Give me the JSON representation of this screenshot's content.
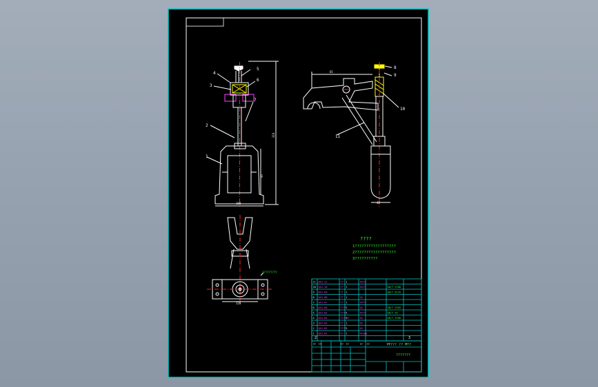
{
  "drawing": {
    "tech_note_title": "????",
    "tech_notes": [
      "1??????????????????",
      "2??????????????????",
      "3??????????"
    ],
    "balloons": [
      "1",
      "2",
      "3",
      "4",
      "5",
      "6",
      "7",
      "8",
      "9",
      "10",
      "11"
    ],
    "dims": {
      "front_height": "310",
      "front_body_height": "95",
      "front_base_width": "100",
      "side_top": "65",
      "side_bottom_width": "40",
      "plan_width": "120"
    },
    "plan_view_note": "?????????",
    "title_block": {
      "drawing_name": "???????",
      "scale_line": "????? ?? ???",
      "sheet_left": "2",
      "sheet_right": "3"
    },
    "bom_rows": [
      {
        "no": "11",
        "code": "QXJ-11",
        "name": "??",
        "qty": "1",
        "mat": "45??",
        "note": ""
      },
      {
        "no": "10",
        "code": "QXJ-10",
        "name": "??",
        "qty": "1",
        "mat": "A3??",
        "note": "GB/T 5780"
      },
      {
        "no": "9",
        "code": "QXJ-09",
        "name": "??",
        "qty": "1",
        "mat": "",
        "note": "GB/T 6170"
      },
      {
        "no": "8",
        "code": "QXJ-08",
        "name": "??",
        "qty": "1",
        "mat": "45",
        "note": ""
      },
      {
        "no": "7",
        "code": "QXJ-07",
        "name": "??",
        "qty": "1",
        "mat": "45??",
        "note": ""
      },
      {
        "no": "6",
        "code": "QXJ-06",
        "name": "????",
        "qty": "1",
        "mat": "A3",
        "note": "GB/T 5783"
      },
      {
        "no": "5",
        "code": "QXJ-05",
        "name": "????",
        "qty": "1",
        "mat": "45??",
        "note": "GB/T 93"
      },
      {
        "no": "4",
        "code": "QXJ-04",
        "name": "??????",
        "qty": "1",
        "mat": "A3",
        "note": "GB/T 5780"
      },
      {
        "no": "3",
        "code": "QXJ-03",
        "name": "??",
        "qty": "1",
        "mat": "45",
        "note": ""
      },
      {
        "no": "2",
        "code": "QXJ-02",
        "name": "????",
        "qty": "1",
        "mat": "45",
        "note": ""
      },
      {
        "no": "1",
        "code": "QXJ-01",
        "name": "??",
        "qty": "1",
        "mat": "HT200",
        "note": ""
      }
    ],
    "bom_header": [
      "??",
      "??",
      "??",
      "??",
      "??",
      "??",
      "??",
      "??"
    ]
  },
  "colors": {
    "frame_cyan": "#00c8c8",
    "line_white": "#ffffff",
    "line_red": "#ff2020",
    "line_yellow": "#ffff00",
    "line_magenta": "#ff40ff",
    "line_green": "#30ff30",
    "sheet_bg": "#000000"
  }
}
